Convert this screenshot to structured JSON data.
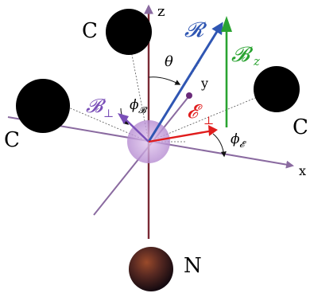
{
  "labels": {
    "axis_z": "z",
    "axis_x": "x",
    "axis_y": "y",
    "atom_c_top": "C",
    "atom_c_left": "C",
    "atom_c_right": "C",
    "atom_n": "N",
    "vector_r": "𝓡",
    "vector_bz": "𝓑",
    "vector_bz_sub": "z",
    "vector_bperp": "𝓑",
    "vector_bperp_sub": "⊥",
    "vector_eperp": "𝓔",
    "vector_eperp_sub": "⊥",
    "angle_theta": "θ",
    "angle_phi_b": "ϕ",
    "angle_phi_b_sub": "𝓑",
    "angle_phi_e": "ϕ",
    "angle_phi_e_sub": "𝓔"
  },
  "colors": {
    "r_vector": "#2f56b3",
    "bz_vector": "#2aa331",
    "bperp_vector": "#7a4fb8",
    "eperp_vector": "#e01c1c",
    "axis_line": "#8a6aa0",
    "nucleus": "#c9a6dc",
    "atom_c": "#000000"
  }
}
